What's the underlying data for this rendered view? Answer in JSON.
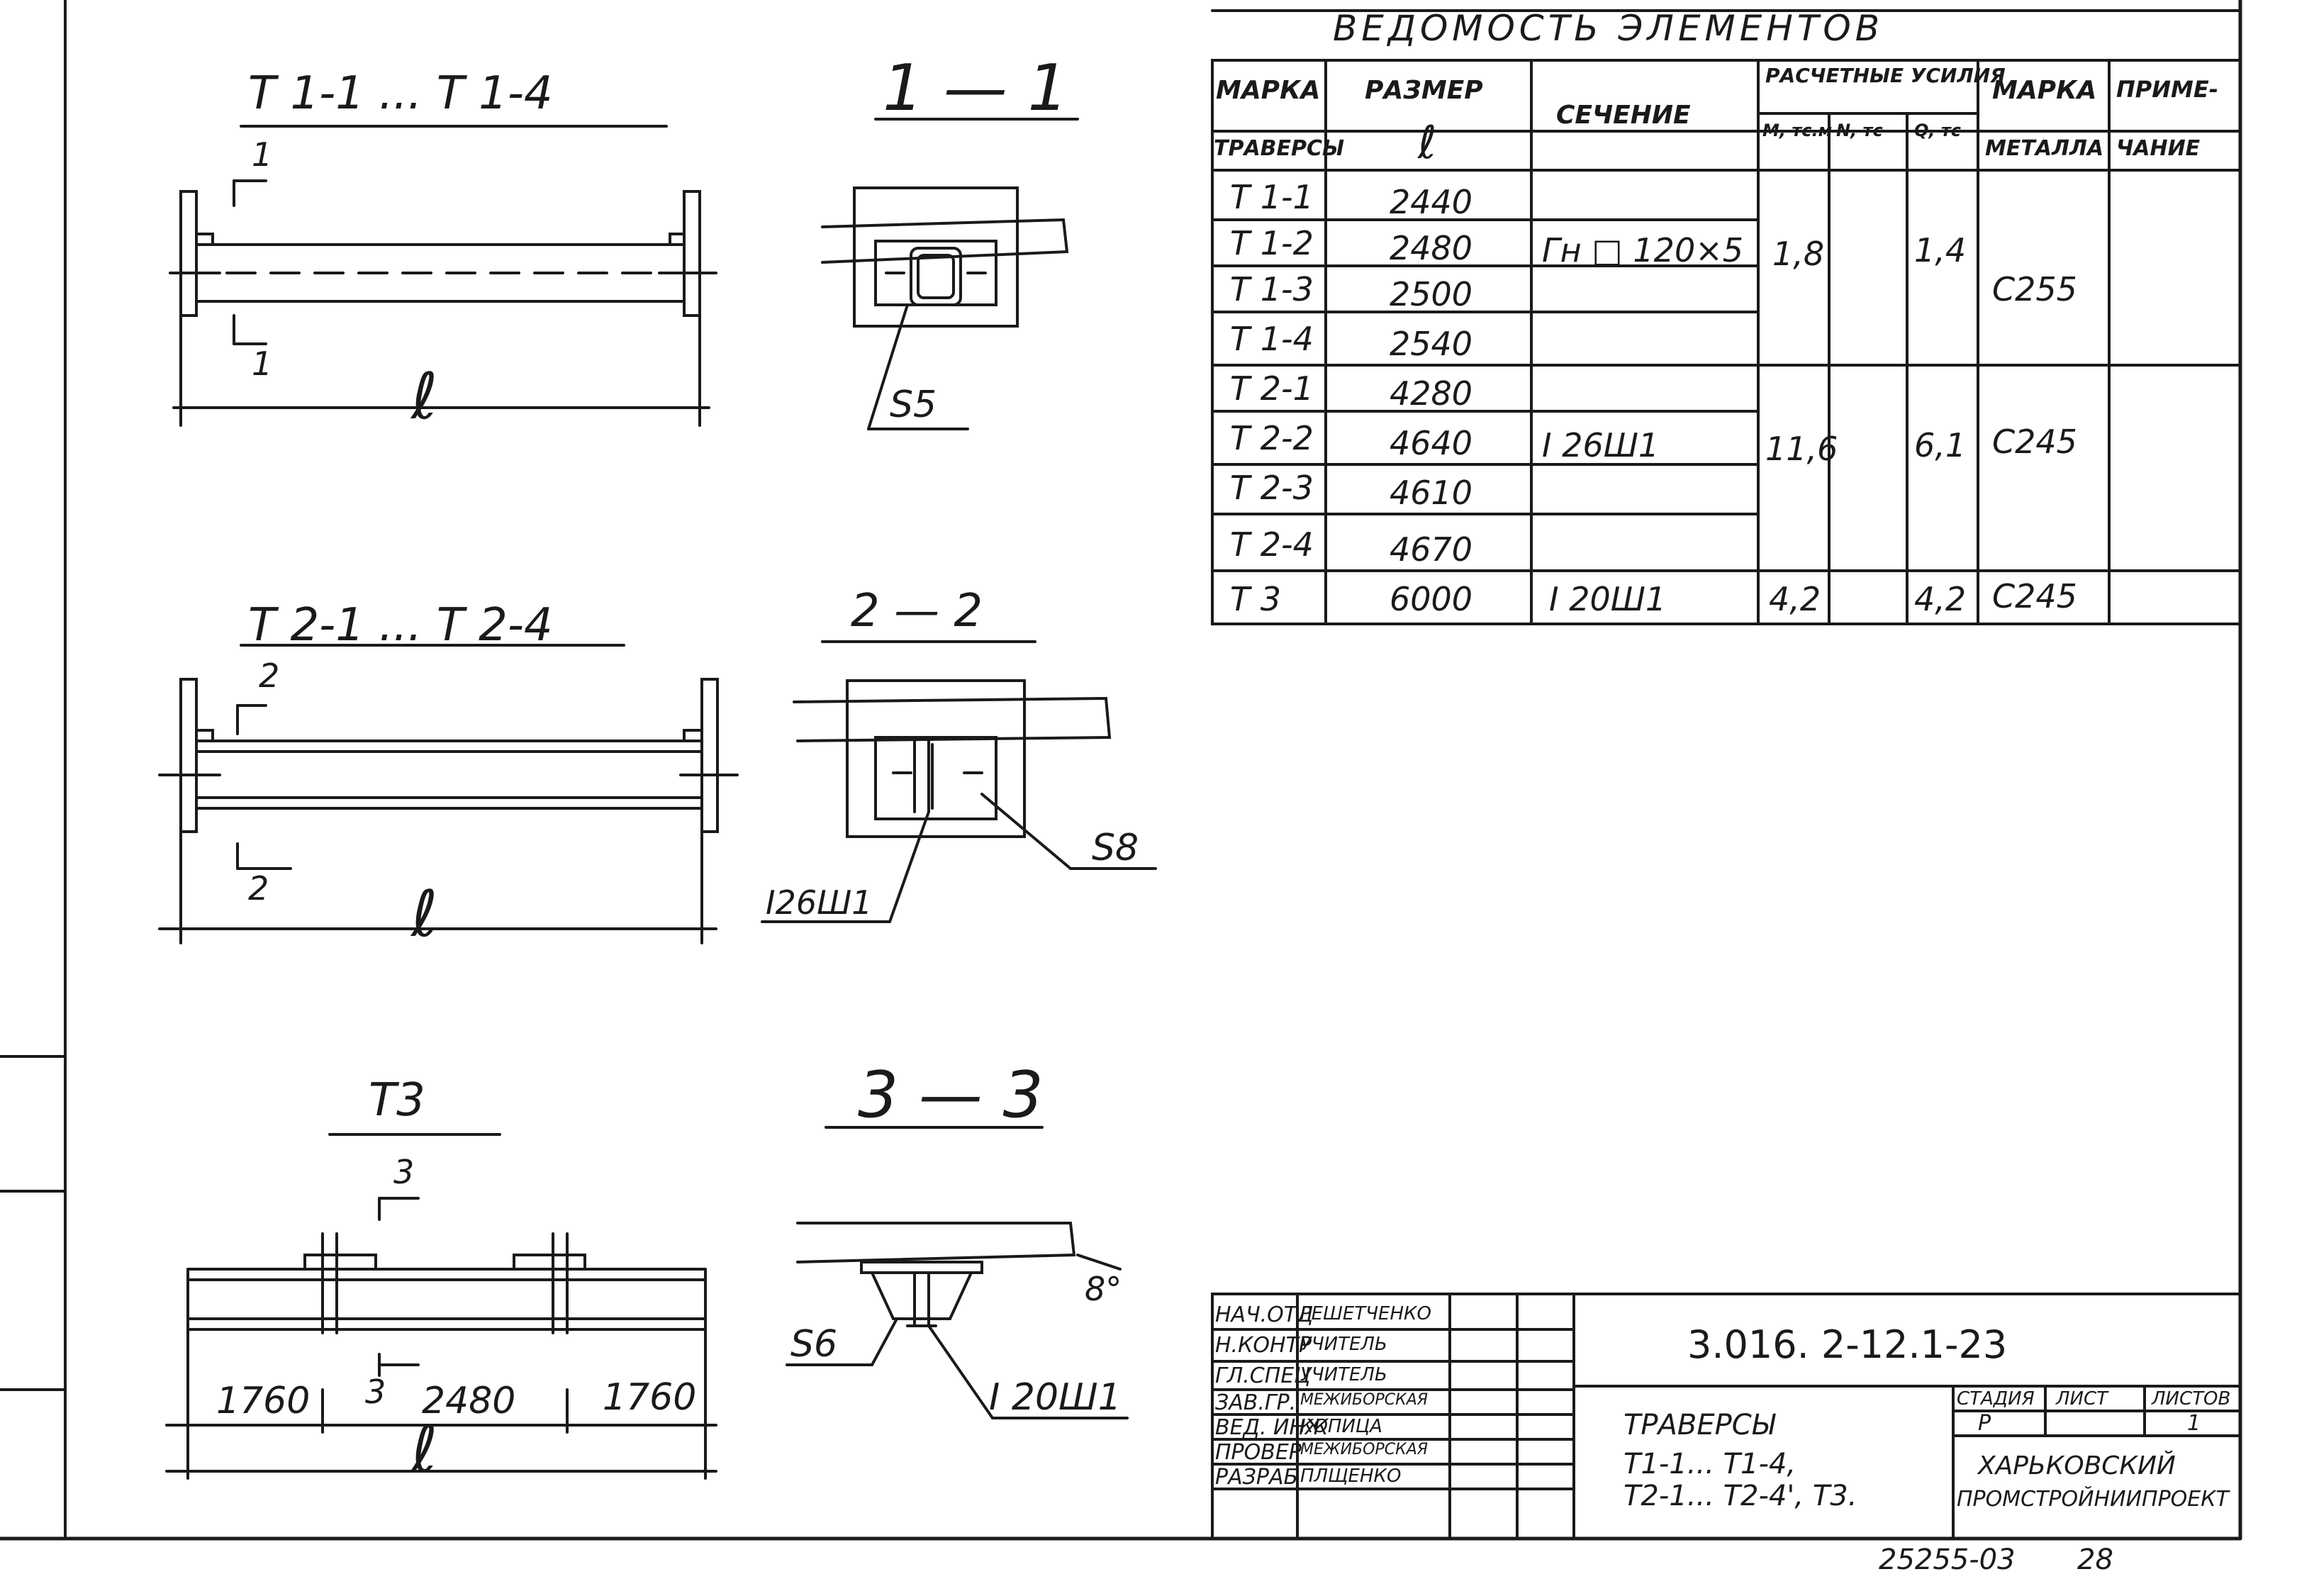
{
  "drawings": {
    "t1": {
      "title": "Т 1-1 ... Т 1-4",
      "cut_top": "1",
      "cut_bottom": "1",
      "length": "ℓ"
    },
    "s1": {
      "title": "1 — 1",
      "weld": "S5"
    },
    "t2": {
      "title": "Т 2-1 ... Т 2-4",
      "cut_top": "2",
      "cut_bottom": "2",
      "length": "ℓ"
    },
    "s2": {
      "title": "2 — 2",
      "profile": "I26Ш1",
      "weld": "S8"
    },
    "t3": {
      "title": "Т3",
      "cut_top": "3",
      "cut_bottom": "3",
      "dim_left": "1760",
      "dim_mid": "2480",
      "dim_right": "1760",
      "length": "ℓ"
    },
    "s3": {
      "title": "3 — 3",
      "weld": "S6",
      "profile": "I 20Ш1",
      "angle": "8°"
    }
  },
  "table": {
    "title": "ВЕДОМОСТЬ ЭЛЕМЕНТОВ",
    "headers": {
      "mark": "МАРКА",
      "mark2": "ТРАВЕРСЫ",
      "size": "РАЗМЕР",
      "size_l": "ℓ",
      "section": "СЕЧЕНИЕ",
      "forces": "РАСЧЕТНЫЕ УСИЛИЯ",
      "m": "М, тс.м",
      "n": "N, тс",
      "q": "Q, тс",
      "steel": "МАРКА",
      "steel2": "МЕТАЛЛА",
      "note": "ПРИМЕ-",
      "note2": "ЧАНИЕ"
    },
    "rows": [
      {
        "mark": "Т 1-1",
        "size": "2440"
      },
      {
        "mark": "Т 1-2",
        "size": "2480"
      },
      {
        "mark": "Т 1-3",
        "size": "2500"
      },
      {
        "mark": "Т 1-4",
        "size": "2540"
      },
      {
        "mark": "Т 2-1",
        "size": "4280"
      },
      {
        "mark": "Т 2-2",
        "size": "4640"
      },
      {
        "mark": "Т 2-3",
        "size": "4610"
      },
      {
        "mark": "Т 2-4",
        "size": "4670"
      },
      {
        "mark": "Т 3",
        "size": "6000"
      }
    ],
    "groups": [
      {
        "section": "Гн □ 120×5",
        "m": "1,8",
        "q": "1,4",
        "steel": "С255"
      },
      {
        "section": "I 26Ш1",
        "m": "11,6",
        "q": "6,1",
        "steel": "С245"
      },
      {
        "section": "I 20Ш1",
        "m": "4,2",
        "q": "4,2",
        "steel": "С245"
      }
    ]
  },
  "title_block": {
    "code": "3.016. 2-12.1-23",
    "roles": [
      "НАЧ.ОТД",
      "Н.КОНТР",
      "ГЛ.СПЕЦ",
      "ЗАВ.ГР.",
      "ВЕД. ИНЖ",
      "ПРОВЕР",
      "РАЗРАБ"
    ],
    "names": [
      "РЕШЕТЧЕНКО",
      "УЧИТЕЛЬ",
      "УЧИТЕЛЬ",
      "МЕЖИБОРСКАЯ",
      "КОПИЦА",
      "МЕЖИБОРСКАЯ",
      "ПЛЩЕНКО"
    ],
    "doc_title": "ТРАВЕРСЫ",
    "doc_line2": "Т1-1... Т1-4,",
    "doc_line3": "Т2-1... Т2-4', Т3.",
    "stage_h": "СТАДИЯ",
    "sheet_h": "ЛИСТ",
    "sheets_h": "ЛИСТОВ",
    "stage": "Р",
    "sheets": "1",
    "org1": "ХАРЬКОВСКИЙ",
    "org2": "ПРОМСТРОЙНИИПРОЕКТ"
  },
  "footer": {
    "number": "25255-03",
    "page": "28"
  }
}
